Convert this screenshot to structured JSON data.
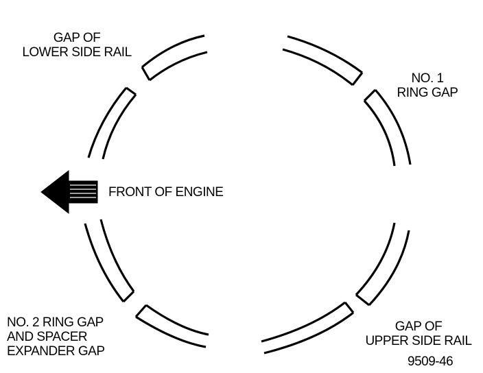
{
  "diagram": {
    "labels": {
      "gap_lower_side_rail": [
        "GAP OF",
        "LOWER SIDE RAIL"
      ],
      "no1_ring_gap": [
        "NO. 1",
        "RING GAP"
      ],
      "front_of_engine": "FRONT OF ENGINE",
      "no2_ring_gap": [
        "NO. 2 RING GAP",
        "AND SPACER",
        "EXPANDER GAP"
      ],
      "gap_upper_side_rail": [
        "GAP OF",
        "UPPER SIDE RAIL"
      ],
      "figure_number": "9509-46"
    },
    "colors": {
      "ink": "#000000",
      "background": "#ffffff"
    }
  }
}
